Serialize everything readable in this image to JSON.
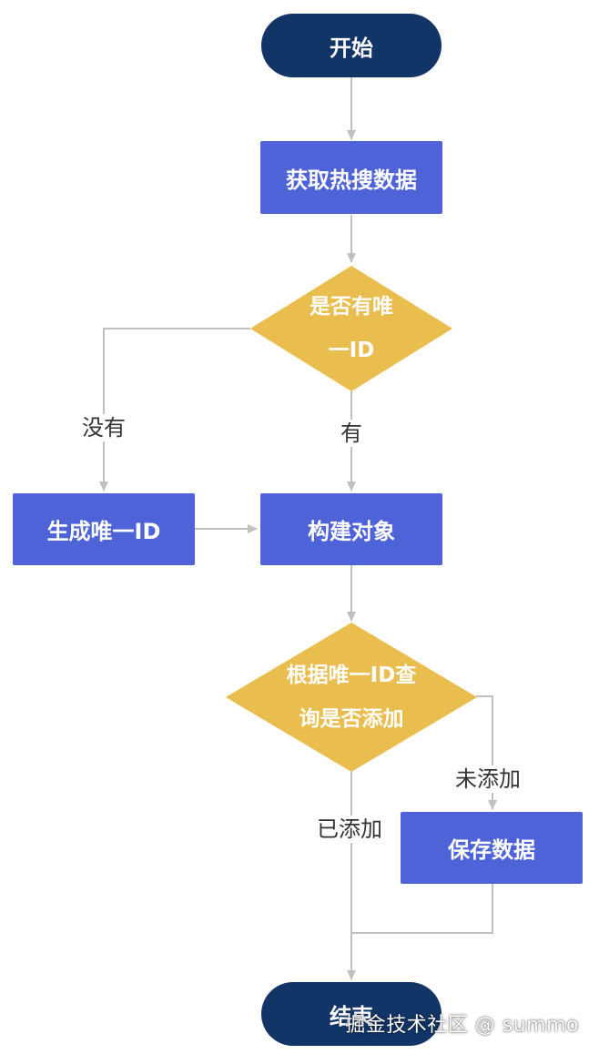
{
  "flowchart": {
    "start": "开始",
    "fetch": "获取热搜数据",
    "decision1": {
      "line1": "是否有唯",
      "line2": "一ID"
    },
    "no_label": "没有",
    "yes_label": "有",
    "generate_id": "生成唯一ID",
    "build_object": "构建对象",
    "decision2": {
      "line1": "根据唯一ID查",
      "line2": "询是否添加"
    },
    "not_added_label": "未添加",
    "added_label": "已添加",
    "save": "保存数据",
    "end": "结束"
  },
  "watermark": "掘金技术社区 @ summo",
  "colors": {
    "terminal": "#123568",
    "process": "#4f63d8",
    "decision": "#eabd4f",
    "connector": "#c0c0c0"
  }
}
